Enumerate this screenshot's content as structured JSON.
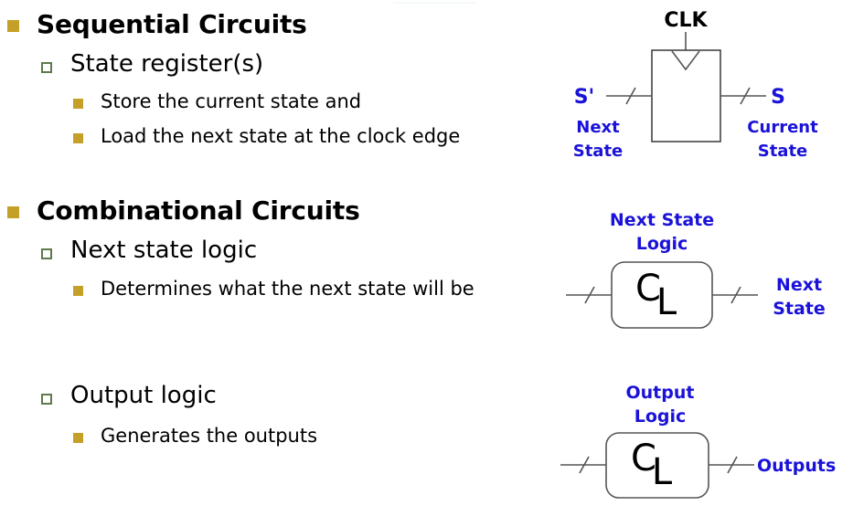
{
  "slide": {
    "background_color": "#ffffff",
    "bullet_color_level1": "#c5a028",
    "bullet_color_level2_border": "#5d7a4a",
    "bullet_color_level3": "#c5a028",
    "diagram_label_color": "#1a12d8",
    "wire_color": "#555555"
  },
  "outline": [
    {
      "level": 1,
      "text": "Sequential Circuits"
    },
    {
      "level": 2,
      "text": "State register(s)"
    },
    {
      "level": 3,
      "text": "Store the current state and"
    },
    {
      "level": 3,
      "text": "Load the next state at the clock edge"
    },
    {
      "level": 1,
      "text": "Combinational Circuits"
    },
    {
      "level": 2,
      "text": "Next state logic"
    },
    {
      "level": 3,
      "text": "Determines what the next state will be"
    },
    {
      "level": 2,
      "text": "Output logic"
    },
    {
      "level": 3,
      "text": "Generates the outputs"
    }
  ],
  "diagrams": {
    "state_register": {
      "clock_label": "CLK",
      "input_signal": "S'",
      "input_caption_line1": "Next",
      "input_caption_line2": "State",
      "output_signal": "S",
      "output_caption_line1": "Current",
      "output_caption_line2": "State"
    },
    "next_state_logic": {
      "title_line1": "Next State",
      "title_line2": "Logic",
      "block_label": "CL",
      "output_caption_line1": "Next",
      "output_caption_line2": "State"
    },
    "output_logic": {
      "title_line1": "Output",
      "title_line2": "Logic",
      "block_label": "CL",
      "output_caption": "Outputs"
    }
  }
}
